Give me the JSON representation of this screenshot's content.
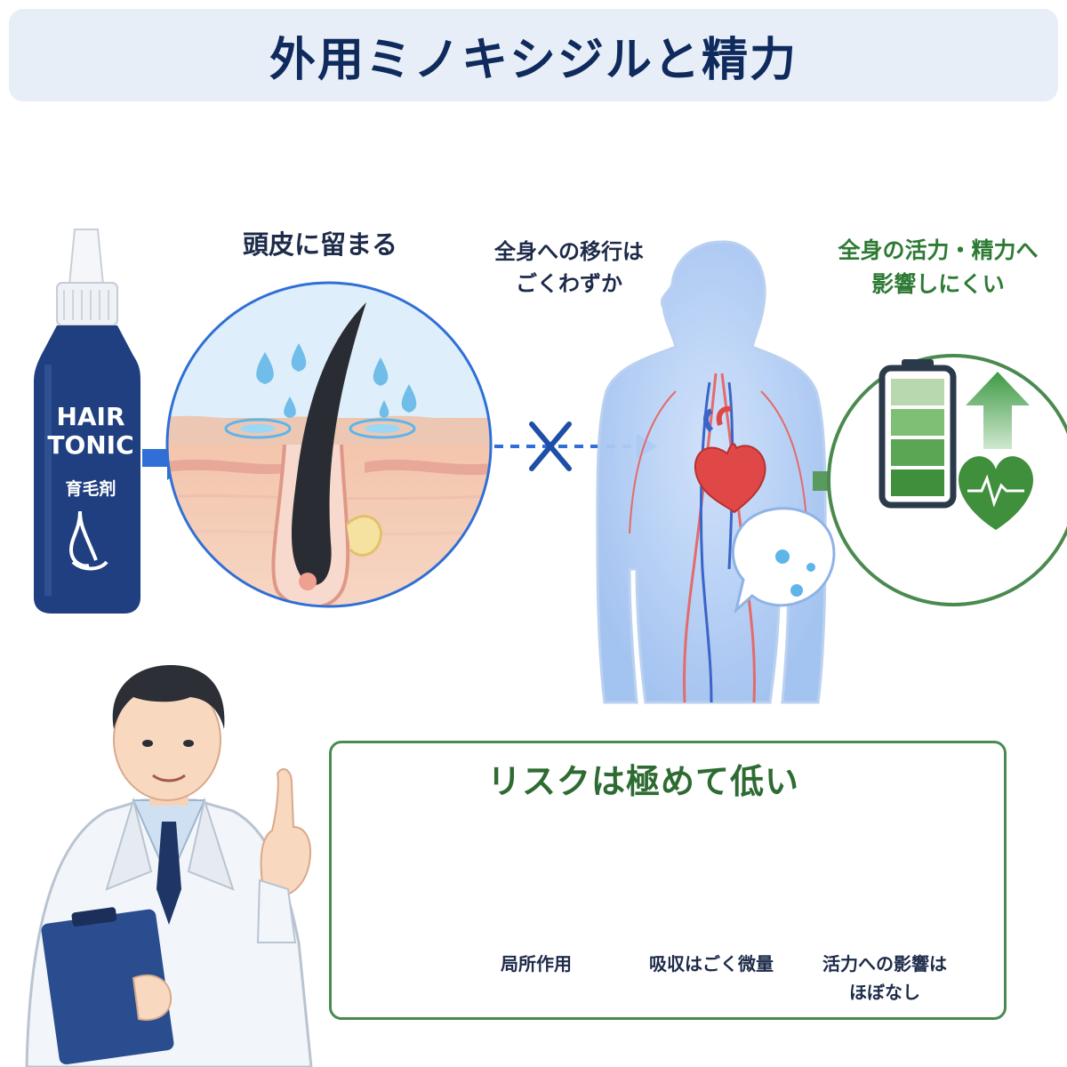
{
  "title": "外用ミノキシジルと精力",
  "steps": {
    "scalp_label": "頭皮に留まる",
    "transfer_label_line1": "全身への移行は",
    "transfer_label_line2": "ごくわずか",
    "vitality_label_line1": "全身の活力・精力へ",
    "vitality_label_line2": "影響しにくい"
  },
  "bottle": {
    "line1": "HAIR",
    "line2": "TONIC",
    "line3": "育毛剤"
  },
  "risk": {
    "title": "リスクは極めて低い",
    "items": [
      {
        "label_line1": "局所作用",
        "label_line2": ""
      },
      {
        "label_line1": "吸収はごく微量",
        "label_line2": ""
      },
      {
        "label_line1": "活力への影響は",
        "label_line2": "ほぼなし"
      }
    ]
  },
  "colors": {
    "title_bg": "#e7eef8",
    "title_text": "#0f2a5c",
    "bottle": "#1f3f80",
    "arrow_blue": "#2f6fd6",
    "green": "#4a8a4f",
    "heart_red": "#e04848"
  },
  "icons": [
    "hair-tonic-bottle",
    "hair-follicle",
    "blocked-x",
    "human-body",
    "heart",
    "battery",
    "up-arrow",
    "heartbeat-heart",
    "shield-check",
    "molecule-dots",
    "strong-person",
    "doctor"
  ]
}
